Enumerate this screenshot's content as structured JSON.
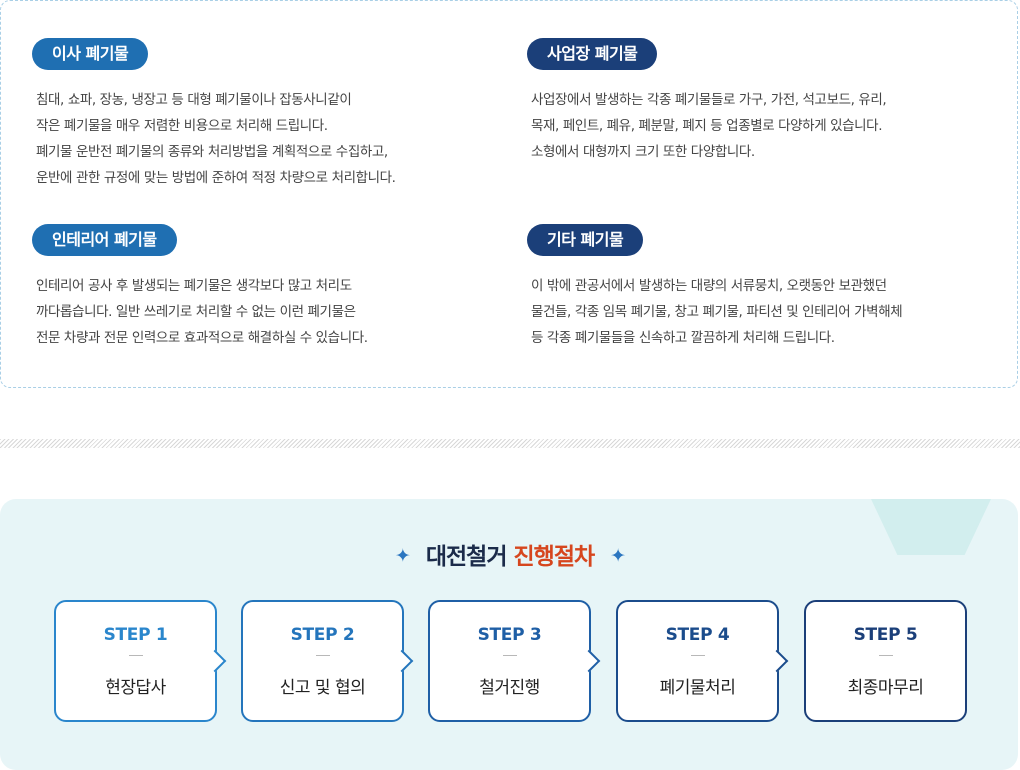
{
  "services": [
    {
      "title": "이사 폐기물",
      "lines": [
        "침대, 쇼파, 장농, 냉장고 등 대형 폐기물이나 잡동사니같이",
        "작은 폐기물을 매우 저렴한 비용으로 처리해 드립니다.",
        "폐기물 운반전 폐기물의 종류와 처리방법을  계획적으로 수집하고,",
        "운반에 관한 규정에 맞는 방법에 준하여 적정 차량으로 처리합니다."
      ]
    },
    {
      "title": "사업장 폐기물",
      "lines": [
        "사업장에서 발생하는 각종 폐기물들로 가구, 가전, 석고보드, 유리,",
        "목재, 페인트, 폐유, 폐분말, 폐지 등 업종별로 다양하게 있습니다.",
        "소형에서 대형까지 크기 또한 다양합니다."
      ]
    },
    {
      "title": "인테리어 폐기물",
      "lines": [
        "인테리어 공사 후 발생되는 폐기물은 생각보다 많고 처리도",
        "까다롭습니다. 일반 쓰레기로 처리할 수 없는 이런 폐기물은",
        "전문 차량과 전문 인력으로 효과적으로 해결하실 수 있습니다."
      ]
    },
    {
      "title": "기타 폐기물",
      "lines": [
        "이 밖에 관공서에서 발생하는 대량의 서류뭉치, 오랫동안 보관했던",
        "물건들, 각종 임목 폐기물, 창고 폐기물, 파티션 및 인테리어 가벽해체",
        "등 각종 폐기물들을 신속하고 깔끔하게 처리해 드립니다."
      ]
    }
  ],
  "process": {
    "title_main": "대전철거",
    "title_accent": "진행절차",
    "sparkle": "✦",
    "steps": [
      {
        "num": "STEP 1",
        "label": "현장답사"
      },
      {
        "num": "STEP 2",
        "label": "신고 및 협의"
      },
      {
        "num": "STEP 3",
        "label": "철거진행"
      },
      {
        "num": "STEP 4",
        "label": "폐기물처리"
      },
      {
        "num": "STEP 5",
        "label": "최종마무리"
      }
    ]
  },
  "colors": {
    "badge_blue": "#1f6fb2",
    "badge_navy": "#1b3f79",
    "accent_red": "#d6461e",
    "process_bg": "#e7f5f7"
  }
}
